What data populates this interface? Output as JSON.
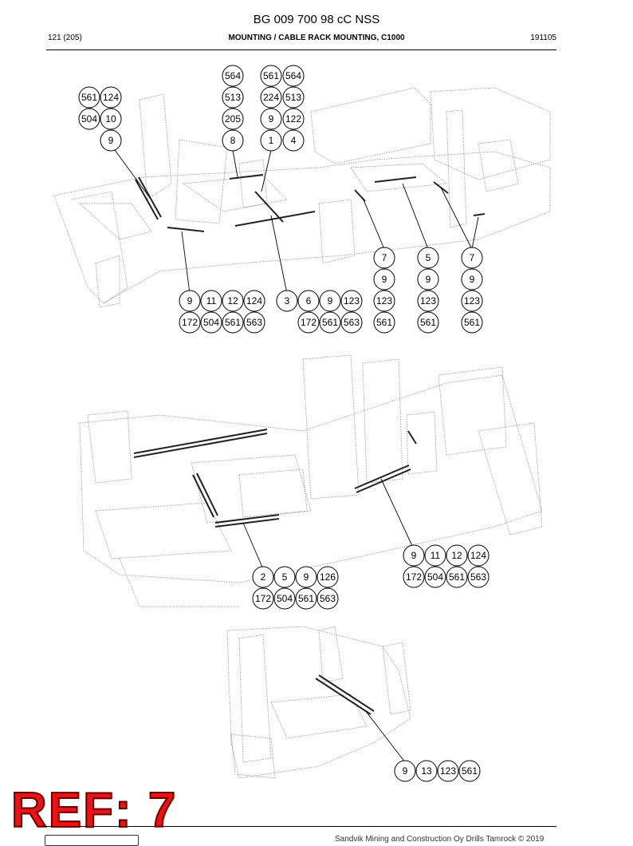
{
  "header": {
    "title": "BG 009 700 98 cC NSS",
    "page": "121 (205)",
    "section": "MOUNTING / CABLE RACK MOUNTING, C1000",
    "date": "191105"
  },
  "callouts": [
    {
      "id": "c1",
      "items": [
        "564",
        "513",
        "205",
        "8"
      ]
    },
    {
      "id": "c2",
      "items": [
        "561",
        "224",
        "9",
        "1"
      ]
    },
    {
      "id": "c3",
      "items": [
        "564",
        "513",
        "122",
        "4"
      ]
    },
    {
      "id": "c4",
      "items": [
        "561",
        "504"
      ]
    },
    {
      "id": "c5",
      "items": [
        "124",
        "10"
      ]
    },
    {
      "id": "c6",
      "items": [
        "9"
      ]
    },
    {
      "id": "c7",
      "items": [
        "9",
        "11",
        "12",
        "124"
      ]
    },
    {
      "id": "c8",
      "items": [
        "172",
        "504",
        "561",
        "563"
      ]
    },
    {
      "id": "c9",
      "items": [
        "3",
        "6",
        "9",
        "123"
      ]
    },
    {
      "id": "c10",
      "items": [
        "172",
        "561",
        "563"
      ]
    },
    {
      "id": "c11",
      "items": [
        "7",
        "9",
        "123",
        "561"
      ]
    },
    {
      "id": "c12",
      "items": [
        "5",
        "9",
        "123",
        "561"
      ]
    },
    {
      "id": "c13",
      "items": [
        "7",
        "9",
        "123",
        "561"
      ]
    },
    {
      "id": "c14",
      "items": [
        "9",
        "11",
        "12",
        "124"
      ]
    },
    {
      "id": "c15",
      "items": [
        "172",
        "504",
        "561",
        "563"
      ]
    },
    {
      "id": "c16",
      "items": [
        "2",
        "5",
        "9",
        "126"
      ]
    },
    {
      "id": "c17",
      "items": [
        "172",
        "504",
        "561",
        "563"
      ]
    },
    {
      "id": "c18",
      "items": [
        "9",
        "13",
        "123",
        "561"
      ]
    }
  ],
  "stamp": "REF: 7",
  "footer": "Sandvik Mining and Construction Oy Drills Tamrock © 2019",
  "colors": {
    "stamp": "#e11111",
    "line": "#000000",
    "drawing": "#9a9a9a"
  }
}
